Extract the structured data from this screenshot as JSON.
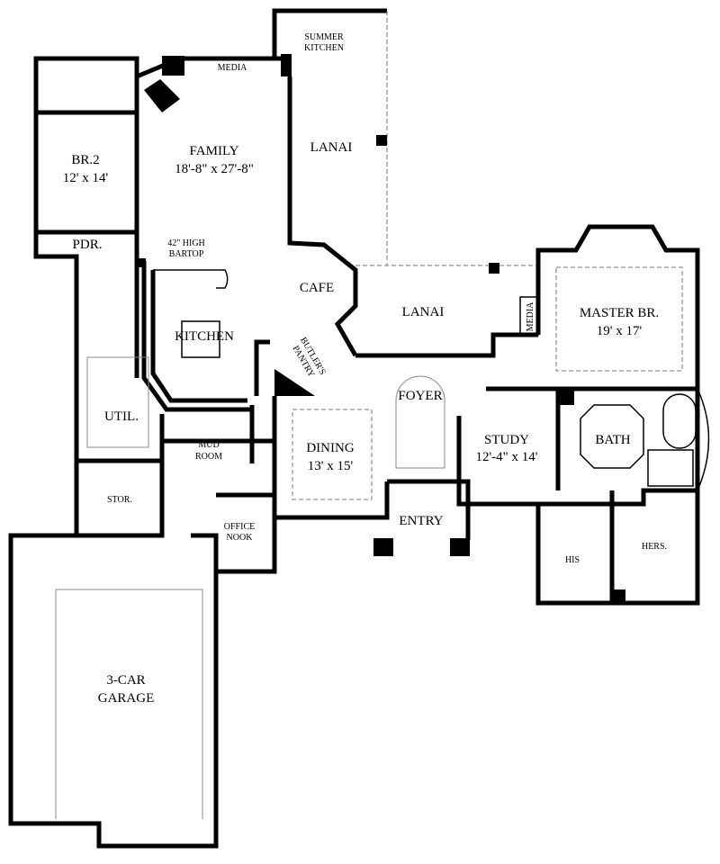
{
  "plan": {
    "rooms": {
      "summer_kitchen_1": "SUMMER",
      "summer_kitchen_2": "KITCHEN",
      "media_top": "MEDIA",
      "family": "FAMILY",
      "family_dim": "18'-8\" x 27'-8\"",
      "lanai_top": "LANAI",
      "br2": "BR.2",
      "br2_dim": "12' x 14'",
      "pdr": "PDR.",
      "bartop_1": "42\" HIGH",
      "bartop_2": "BARTOP",
      "cafe": "CAFE",
      "kitchen": "KITCHEN",
      "butlers_1": "BUTLER'S",
      "butlers_2": "PANTRY",
      "lanai_mid": "LANAI",
      "master": "MASTER BR.",
      "master_dim": "19' x 17'",
      "media_side": "MEDIA",
      "foyer": "FOYER",
      "util": "UTIL.",
      "mud_1": "MUD",
      "mud_2": "ROOM",
      "dining": "DINING",
      "dining_dim": "13' x 15'",
      "study": "STUDY",
      "study_dim": "12'-4\" x 14'",
      "bath": "BATH",
      "stor": "STOR.",
      "office_1": "OFFICE",
      "office_2": "NOOK",
      "entry": "ENTRY",
      "his": "HIS",
      "hers": "HERS.",
      "garage_1": "3-CAR",
      "garage_2": "GARAGE"
    }
  }
}
